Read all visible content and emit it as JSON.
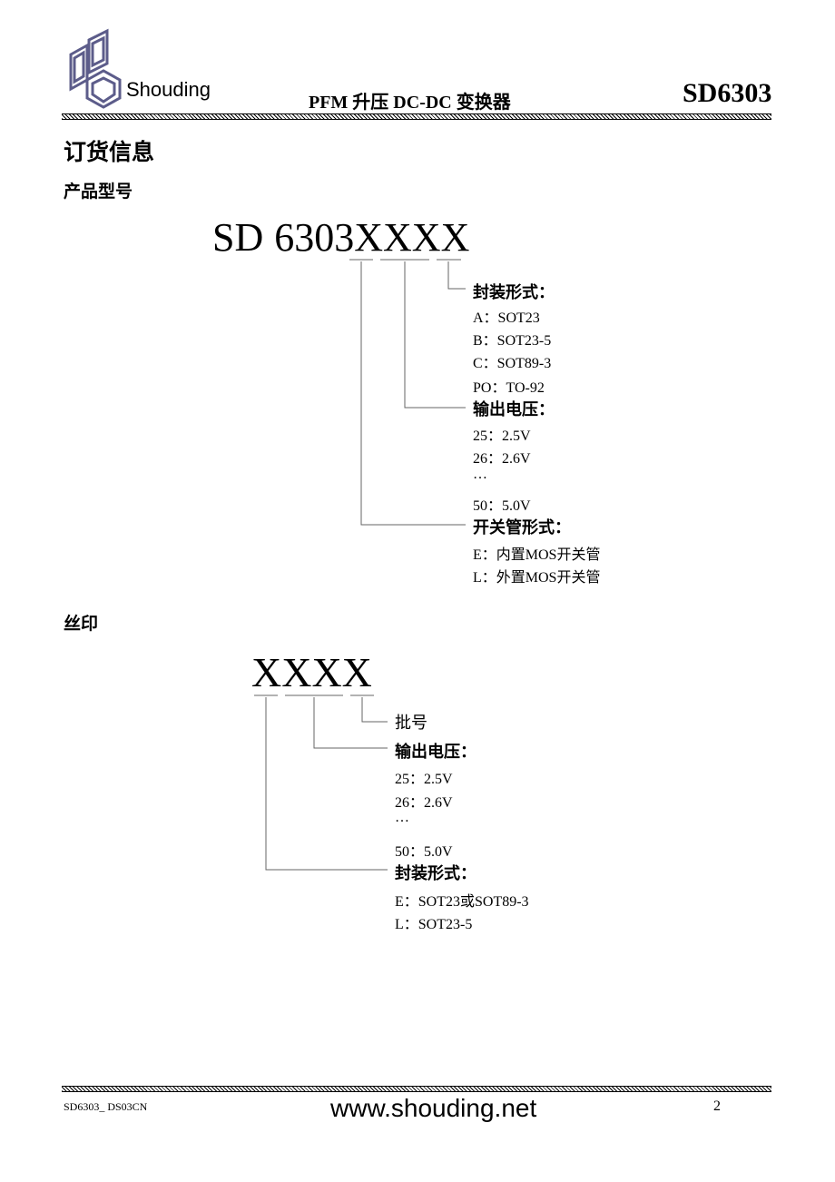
{
  "header": {
    "brand": "Shouding",
    "doc_title": "PFM 升压 DC-DC 变换器",
    "part_number": "SD6303"
  },
  "ordering": {
    "title": "订货信息",
    "model_heading": "产品型号",
    "code_prefix": "SD",
    "code_body": "6303XXXX",
    "package": {
      "label": "封装形式：",
      "items": [
        "A：SOT23",
        "B：SOT23-5",
        "C：SOT89-3",
        "PO：TO-92"
      ]
    },
    "voltage": {
      "label": "输出电压：",
      "items": [
        "25：2.5V",
        "26：2.6V",
        "…",
        "50：5.0V"
      ]
    },
    "switch": {
      "label": "开关管形式：",
      "items": [
        "E：内置MOS开关管",
        "L：外置MOS开关管"
      ]
    }
  },
  "marking": {
    "heading": "丝印",
    "code": "XXXX",
    "batch_label": "批号",
    "voltage": {
      "label": "输出电压：",
      "items": [
        "25：2.5V",
        "26：2.6V",
        "…",
        "50：5.0V"
      ]
    },
    "package": {
      "label": "封装形式：",
      "items": [
        "E：SOT23或SOT89-3",
        "L：SOT23-5"
      ]
    }
  },
  "footer": {
    "doc_id": "SD6303_ DS03CN",
    "website": "www.shouding.net",
    "page": "2"
  }
}
